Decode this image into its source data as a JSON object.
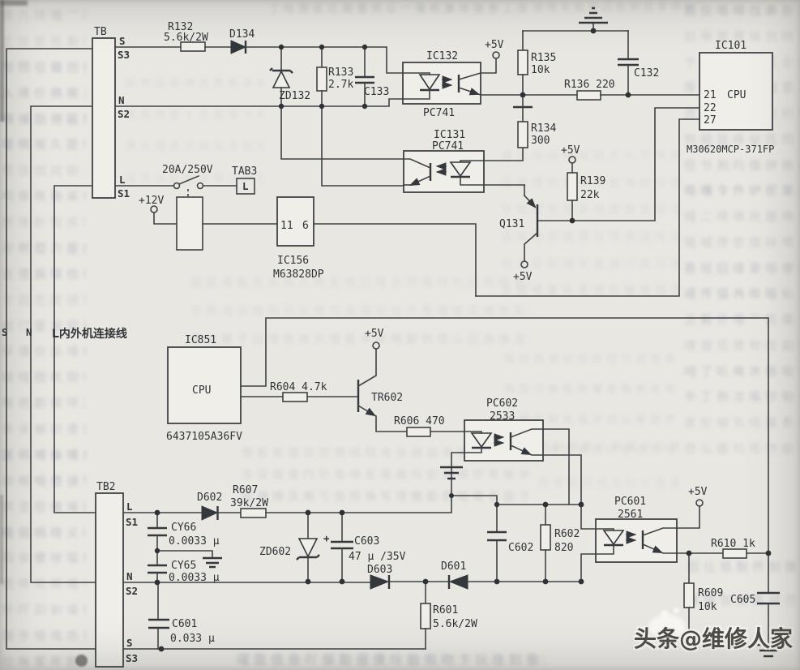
{
  "figure": "air-conditioner indoor/outdoor unit serial communication circuit schematic (scanned book page)",
  "colors": {
    "wire": "#3f4245",
    "paper": "#e9e7e2",
    "bleed_text": "#a7adba",
    "watermark": "#4e4a45"
  },
  "watermark": "头条@维修人家",
  "labels": {
    "tb": "TB",
    "tb_s": "S",
    "tb_s3": "S3",
    "tb_n": "N",
    "tb_s2": "S2",
    "tb_l": "L",
    "tb_s1": "S1",
    "r132_ref": "R132",
    "r132_val": "5.6k/2W",
    "d134": "D134",
    "zd132": "ZD132",
    "r133_ref": "R133",
    "r133_val": "2.7k",
    "c133": "C133",
    "ic132_ref": "IC132",
    "ic132_part": "PC741",
    "ic131_ref": "IC131",
    "ic131_part": "PC741",
    "p5v": "+5V",
    "p12v": "+12V",
    "sw": "20A/250V",
    "tab3": "TAB3",
    "tab3_l": "L",
    "ic156_p11": "11",
    "ic156_p6": "6",
    "ic156_ref": "IC156",
    "ic156_part": "M63828DP",
    "r135_ref": "R135",
    "r135_val": "10k",
    "r136": "R136 220",
    "c132": "C132",
    "r134_ref": "R134",
    "r134_val": "300",
    "r139_ref": "R139",
    "r139_val": "22k",
    "q131": "Q131",
    "ic101_ref": "IC101",
    "ic101_cpu": "CPU",
    "ic101_p21": "21",
    "ic101_p22": "22",
    "ic101_p27": "27",
    "ic101_part": "M30620MCP-371FP",
    "conn_s": "S",
    "conn_n": "N",
    "conn_l": "L内外机连接线",
    "ic851_ref": "IC851",
    "ic851_cpu": "CPU",
    "ic851_part": "6437105A36FV",
    "r604": "R604 4.7k",
    "tr602": "TR602",
    "r606": "R606 470",
    "pc602_ref": "PC602",
    "pc602_part": "2533",
    "pc601_ref": "PC601",
    "pc601_part": "2561",
    "tb2": "TB2",
    "tb2_l": "L",
    "tb2_s1": "S1",
    "tb2_n": "N",
    "tb2_s2": "S2",
    "tb2_s": "S",
    "tb2_s3": "S3",
    "cy66_ref": "CY66",
    "cy66_val": "0.0033 μ",
    "cy65_ref": "CY65",
    "cy65_val": "0.0033 μ",
    "c601_ref": "C601",
    "c601_val": "0.033 μ",
    "d602": "D602",
    "r607_ref": "R607",
    "r607_val": "39k/2W",
    "zd602": "ZD602",
    "c603_plus": "+",
    "c603_ref": "C603",
    "c603_val": "47 μ /35V",
    "d603": "D603",
    "d601": "D601",
    "r601_ref": "R601",
    "r601_val": "5.6k/2W",
    "c602": "C602",
    "r602_ref": "R602",
    "r602_val": "820",
    "r610": "R610 1k",
    "r609_ref": "R609",
    "r609_val": "10k",
    "c605": "C605"
  }
}
